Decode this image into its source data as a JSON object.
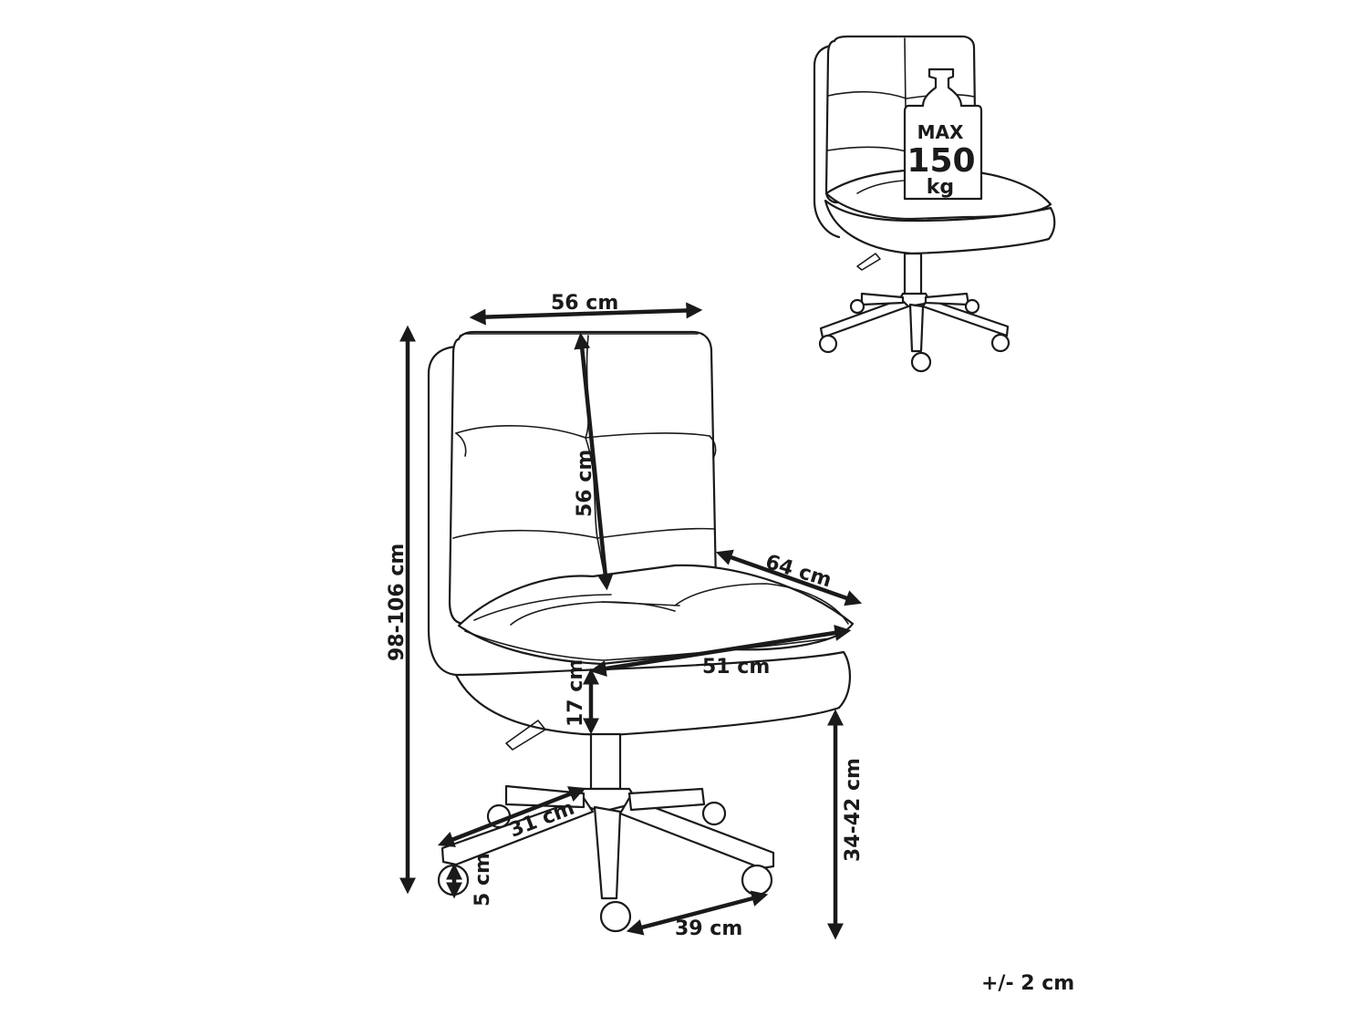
{
  "dimensions": {
    "total_height": "98-106 cm",
    "backrest_width": "56 cm",
    "backrest_height": "56 cm",
    "overall_depth": "64 cm",
    "seat_width": "51 cm",
    "seat_thickness": "17 cm",
    "seat_height": "34-42 cm",
    "leg_length": "31 cm",
    "wheel_height": "5 cm",
    "wheel_spacing": "39 cm"
  },
  "weight_limit": {
    "max_label": "MAX",
    "value": "150",
    "unit": "kg"
  },
  "tolerance": "+/- 2 cm",
  "icons": [
    "weight-icon",
    "office-chair-icon"
  ],
  "colors": {
    "line": "#1a1a1a",
    "background": "#ffffff"
  }
}
